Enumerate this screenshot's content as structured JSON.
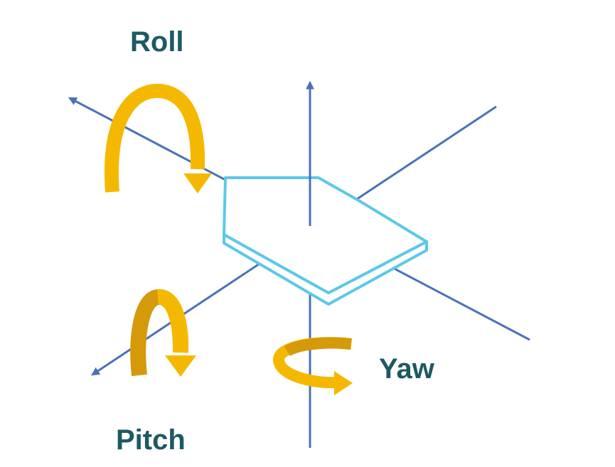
{
  "labels": {
    "roll": "Roll",
    "pitch": "Pitch",
    "yaw": "Yaw"
  },
  "colors": {
    "background": "#ffffff",
    "axis": "#4a72b8",
    "body_outline": "#5cc8e8",
    "body_fill": "#ffffff",
    "arrow_gold": "#f5b800",
    "arrow_gold_dark": "#d49a0a",
    "label_text": "#1e5963"
  },
  "icons": {
    "roll": "curved-arrow-roll-icon",
    "pitch": "curved-arrow-pitch-icon",
    "yaw": "circular-arrow-yaw-icon"
  }
}
